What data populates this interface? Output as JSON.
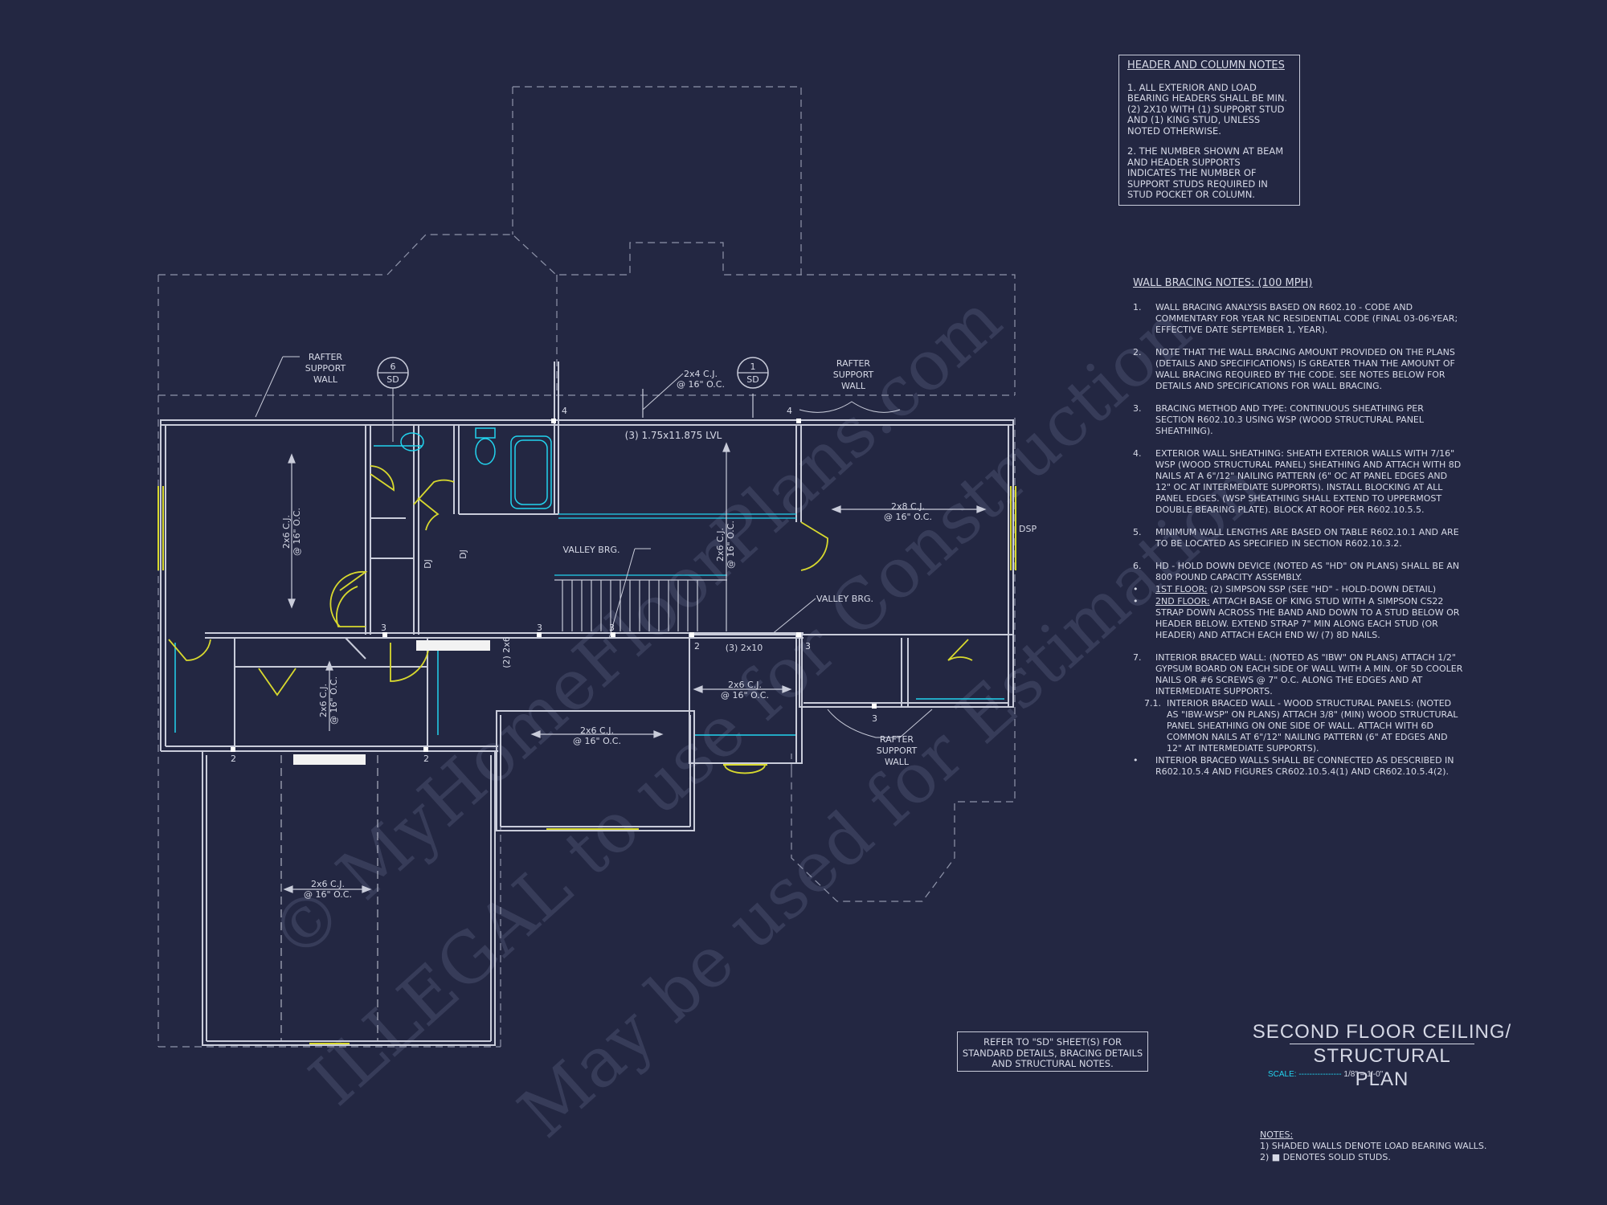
{
  "colors": {
    "background": "#232742",
    "wall": "#c9ccda",
    "dashed": "#8f94aa",
    "cabinet": "#22d3ee",
    "window": "#d8d92e",
    "watermark": "#3a3f5c"
  },
  "watermark": {
    "line1": "© MyHomeFloorPlans.com",
    "line2": "ILLEGAL to use for Construction",
    "line3": "May be used for Estimation"
  },
  "header_notes": {
    "title": "HEADER AND COLUMN NOTES",
    "note1": "1. ALL EXTERIOR AND LOAD BEARING HEADERS SHALL BE MIN. (2) 2x10 WITH (1) SUPPORT STUD AND (1) KING STUD, UNLESS NOTED OTHERWISE.",
    "note2": "2. THE NUMBER SHOWN AT BEAM AND HEADER SUPPORTS INDICATES THE NUMBER OF SUPPORT STUDS REQUIRED IN STUD POCKET OR COLUMN."
  },
  "wall_bracing": {
    "title": "WALL BRACING NOTES: (100 MPH)",
    "n1": "1.",
    "t1": "WALL BRACING ANALYSIS BASED ON R602.10 - CODE AND COMMENTARY FOR YEAR NC RESIDENTIAL CODE (FINAL 03-06-YEAR; EFFECTIVE DATE SEPTEMBER 1, YEAR).",
    "n2": "2.",
    "t2": "NOTE THAT THE WALL BRACING AMOUNT PROVIDED ON THE PLANS (DETAILS AND SPECIFICATIONS) IS GREATER THAN THE AMOUNT OF WALL BRACING REQUIRED BY THE CODE. SEE NOTES BELOW FOR DETAILS AND SPECIFICATIONS FOR WALL BRACING.",
    "n3": "3.",
    "t3": "BRACING METHOD AND TYPE: CONTINUOUS SHEATHING PER SECTION R602.10.3 USING WSP (WOOD STRUCTURAL PANEL SHEATHING).",
    "n4": "4.",
    "t4": "EXTERIOR WALL SHEATHING: SHEATH EXTERIOR WALLS WITH 7/16\" WSP (WOOD STRUCTURAL PANEL) SHEATHING AND ATTACH WITH 8d NAILS AT A 6\"/12\" NAILING PATTERN (6\" OC AT PANEL EDGES AND 12\" OC AT INTERMEDIATE SUPPORTS). INSTALL BLOCKING AT ALL PANEL EDGES. (WSP SHEATHING SHALL EXTEND TO UPPERMOST DOUBLE BEARING PLATE). BLOCK AT ROOF PER R602.10.5.5.",
    "n5": "5.",
    "t5": "MINIMUM WALL LENGTHS ARE BASED ON TABLE R602.10.1 AND ARE TO BE LOCATED AS SPECIFIED IN SECTION R602.10.3.2.",
    "n6": "6.",
    "t6": "HD - HOLD DOWN DEVICE (NOTED AS \"HD\" ON PLANS) SHALL BE AN 800 POUND CAPACITY ASSEMBLY.",
    "b1_label": "1ST FLOOR:",
    "b1_text": " (2) SIMPSON SSP (SEE \"HD\" - HOLD-DOWN DETAIL)",
    "b2_label": "2ND FLOOR:",
    "b2_text": " ATTACH BASE OF KING STUD WITH A SIMPSON CS22 STRAP DOWN ACROSS THE BAND AND DOWN TO A STUD BELOW OR HEADER BELOW. EXTEND STRAP 7\" MIN ALONG EACH STUD (OR HEADER) AND ATTACH EACH END W/ (7) 8d NAILS.",
    "n7": "7.",
    "t7": "INTERIOR BRACED WALL: (NOTED AS \"IBW\" ON PLANS) ATTACH 1/2\" GYPSUM BOARD ON EACH SIDE OF WALL WITH A MIN. OF 5d COOLER NAILS OR #6 SCREWS @ 7\" O.C. ALONG THE EDGES AND AT INTERMEDIATE SUPPORTS.",
    "n71": "7.1.",
    "t71": "INTERIOR BRACED WALL - WOOD STRUCTURAL PANELS: (NOTED AS \"IBW-WSP\" ON PLANS) ATTACH 3/8\" (MIN) WOOD STRUCTURAL PANEL SHEATHING ON ONE SIDE OF WALL. ATTACH WITH 6d COMMON NAILS AT 6\"/12\" NAILING PATTERN (6\" AT EDGES AND 12\" AT INTERMEDIATE SUPPORTS).",
    "b3_text": "INTERIOR BRACED WALLS SHALL BE CONNECTED AS DESCRIBED IN R602.10.5.4 AND FIGURES CR602.10.5.4(1) AND CR602.10.5.4(2)."
  },
  "refer": "REFER TO \"SD\" SHEET(S) FOR STANDARD DETAILS, BRACING DETAILS AND STRUCTURAL NOTES.",
  "title": {
    "line1": "SECOND FLOOR CEILING/",
    "line2": "STRUCTURAL PLAN",
    "scale_label": "SCALE: ----------------",
    "scale_value": " 1/8\" = 1'-0\""
  },
  "notes": {
    "title": "NOTES:",
    "n1": "1) SHADED WALLS DENOTE LOAD BEARING WALLS.",
    "n2": "2) ■ DENOTES SOLID STUDS."
  },
  "plan": {
    "rafter_support_wall": "RAFTER SUPPORT WALL",
    "rafter_line1": "RAFTER",
    "rafter_line2": "SUPPORT",
    "rafter_line3": "WALL",
    "sd_top": "6",
    "sd_bottom": "SD",
    "sd2_top": "1",
    "sd2_bottom": "SD",
    "cj_2x4": "2x4 C.J.",
    "oc_16": "@ 16\" O.C.",
    "lvl": "(3) 1.75x11.875 LVL",
    "cj_2x8": "2x8 C.J.",
    "cj_2x6": "2x6 C.J.",
    "dsp": "DSP",
    "valley_brg": "VALLEY BRG.",
    "dj": "DJ",
    "header_2x10": "(3) 2x10",
    "h_2x6": "(2) 2x6",
    "num4": "4",
    "num3": "3",
    "num2": "2"
  }
}
